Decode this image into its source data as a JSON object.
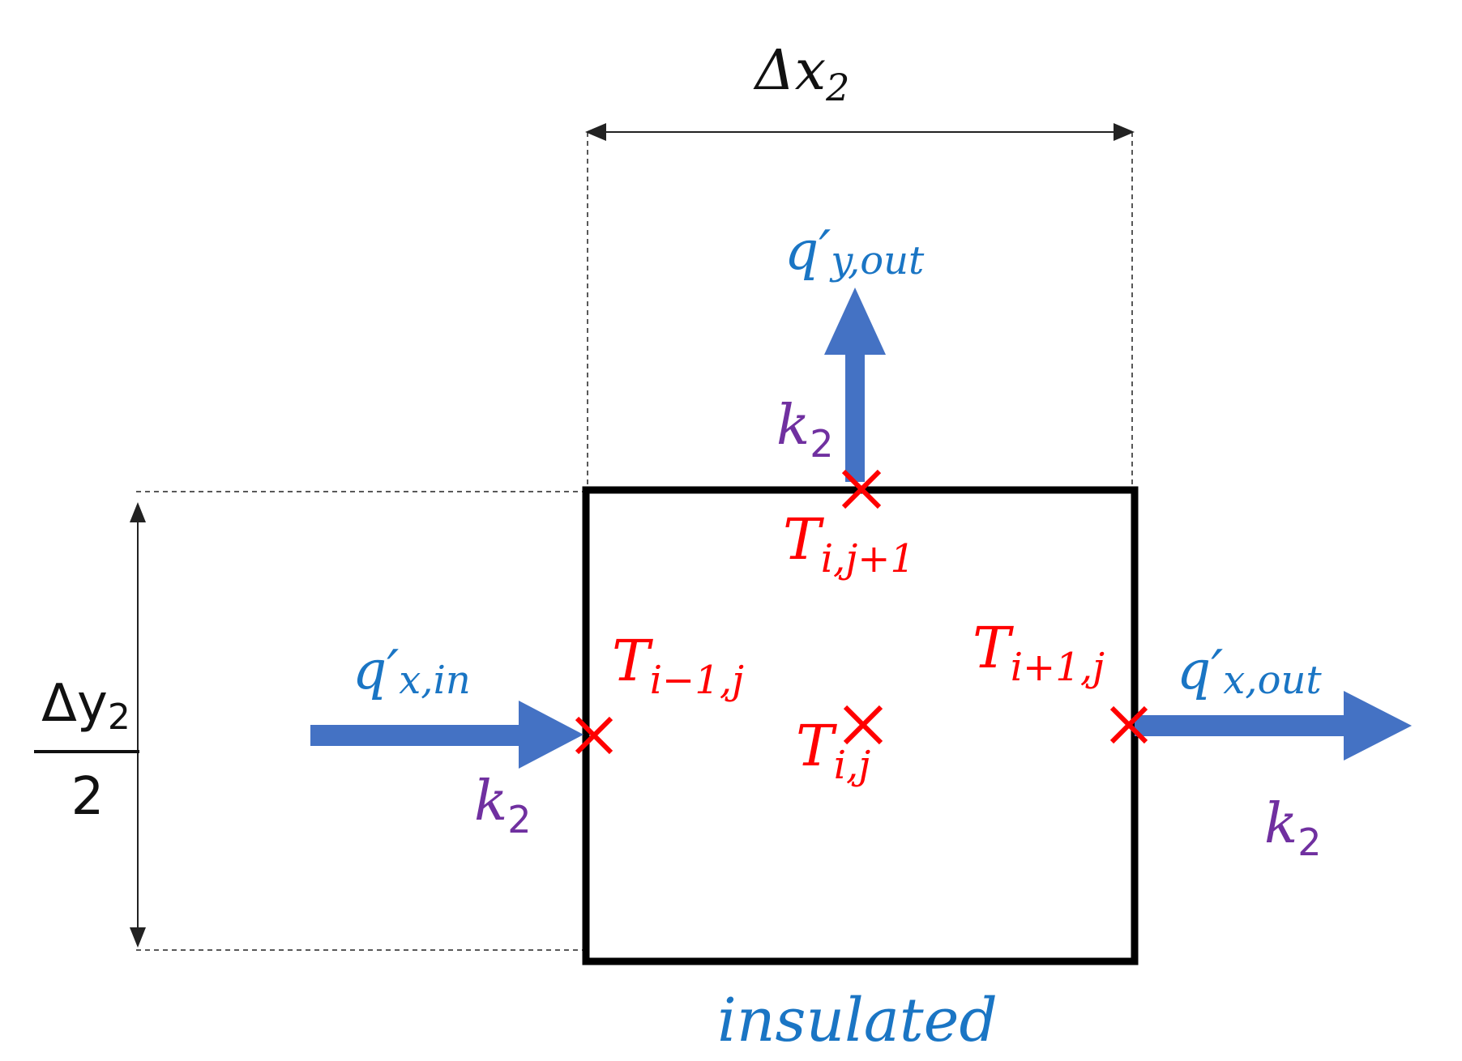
{
  "colors": {
    "flux_arrow": "#4472c4",
    "flux_label": "#1a75c4",
    "node_marker": "#ff0000",
    "conductivity": "#7030a0",
    "outline": "#000000"
  },
  "dimensions": {
    "dx_main": "Δx",
    "dx_sub": "2",
    "dy_num_main": "Δy",
    "dy_num_sub": "2",
    "dy_den": "2"
  },
  "fluxes": {
    "q_prime_y_out_main": "q′",
    "q_prime_y_out_sub": "y,out",
    "q_prime_x_in_main": "q′",
    "q_prime_x_in_sub": "x,in",
    "q_prime_x_out_main": "q′",
    "q_prime_x_out_sub": "x,out"
  },
  "conductivity": {
    "k_main": "k",
    "k_sub": "2"
  },
  "nodes": {
    "T_main": "T",
    "top_sub": "i,j+1",
    "left_sub": "i−1,j",
    "right_sub": "i+1,j",
    "center_sub": "i,j"
  },
  "boundary": {
    "bottom_label": "insulated"
  }
}
